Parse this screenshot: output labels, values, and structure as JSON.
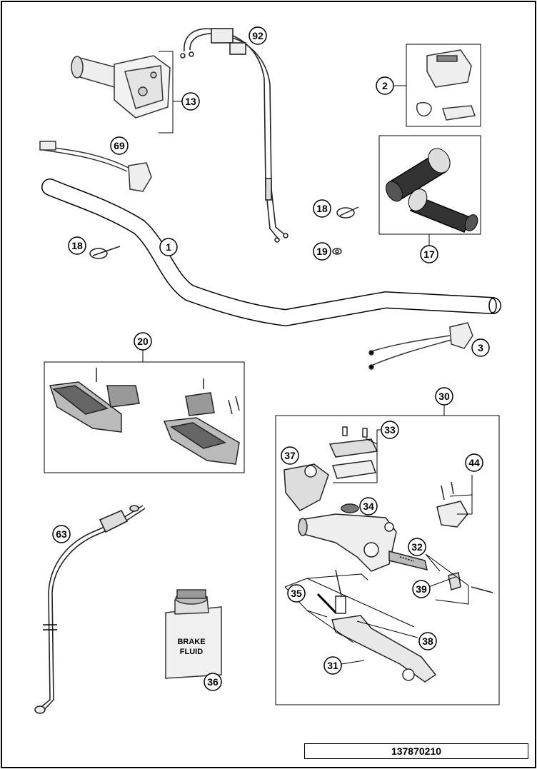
{
  "drawing_number": "137870210",
  "callouts": {
    "c1": "1",
    "c2": "2",
    "c3": "3",
    "c13": "13",
    "c17": "17",
    "c18a": "18",
    "c18b": "18",
    "c19": "19",
    "c20": "20",
    "c30": "30",
    "c31": "31",
    "c32": "32",
    "c33": "33",
    "c34": "34",
    "c35": "35",
    "c36": "36",
    "c37": "37",
    "c38": "38",
    "c39": "39",
    "c44": "44",
    "c63": "63",
    "c69": "69",
    "c92": "92"
  },
  "fluid_label": {
    "line1": "BRAKE",
    "line2": "FLUID"
  }
}
